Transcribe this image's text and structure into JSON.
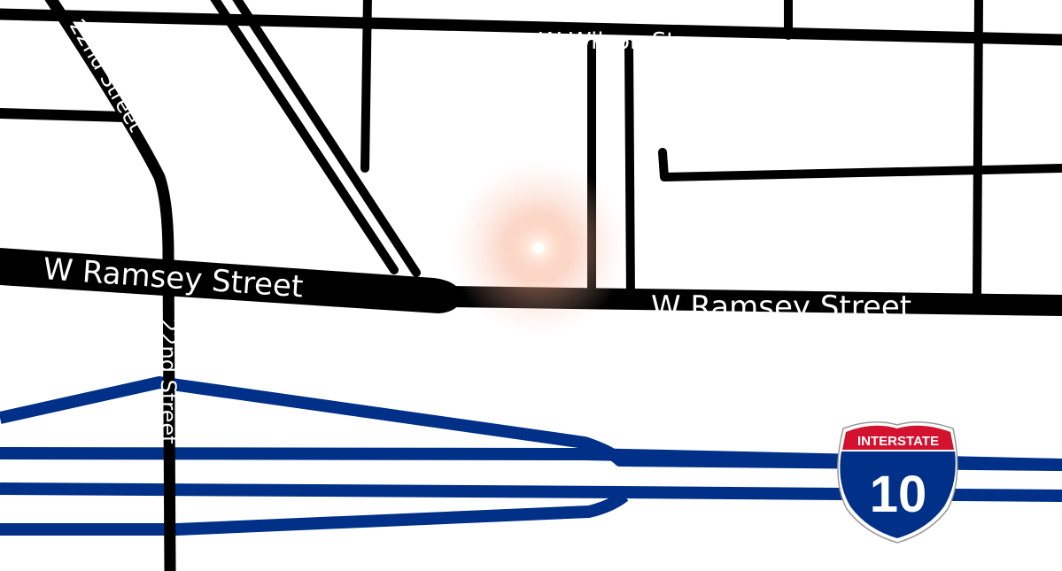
{
  "streets": {
    "wilson": "W Wilson St",
    "ramsey_west": "W Ramsey Street",
    "ramsey_east": "W Ramsey Street",
    "nd22_north": "22nd Street",
    "nd22_south": "22nd Street"
  },
  "shield": {
    "top": "INTERSTATE",
    "number": "10"
  },
  "colors": {
    "road": "#000000",
    "highway": "#003087",
    "shield_red": "#d2122e",
    "shield_blue": "#003087"
  }
}
